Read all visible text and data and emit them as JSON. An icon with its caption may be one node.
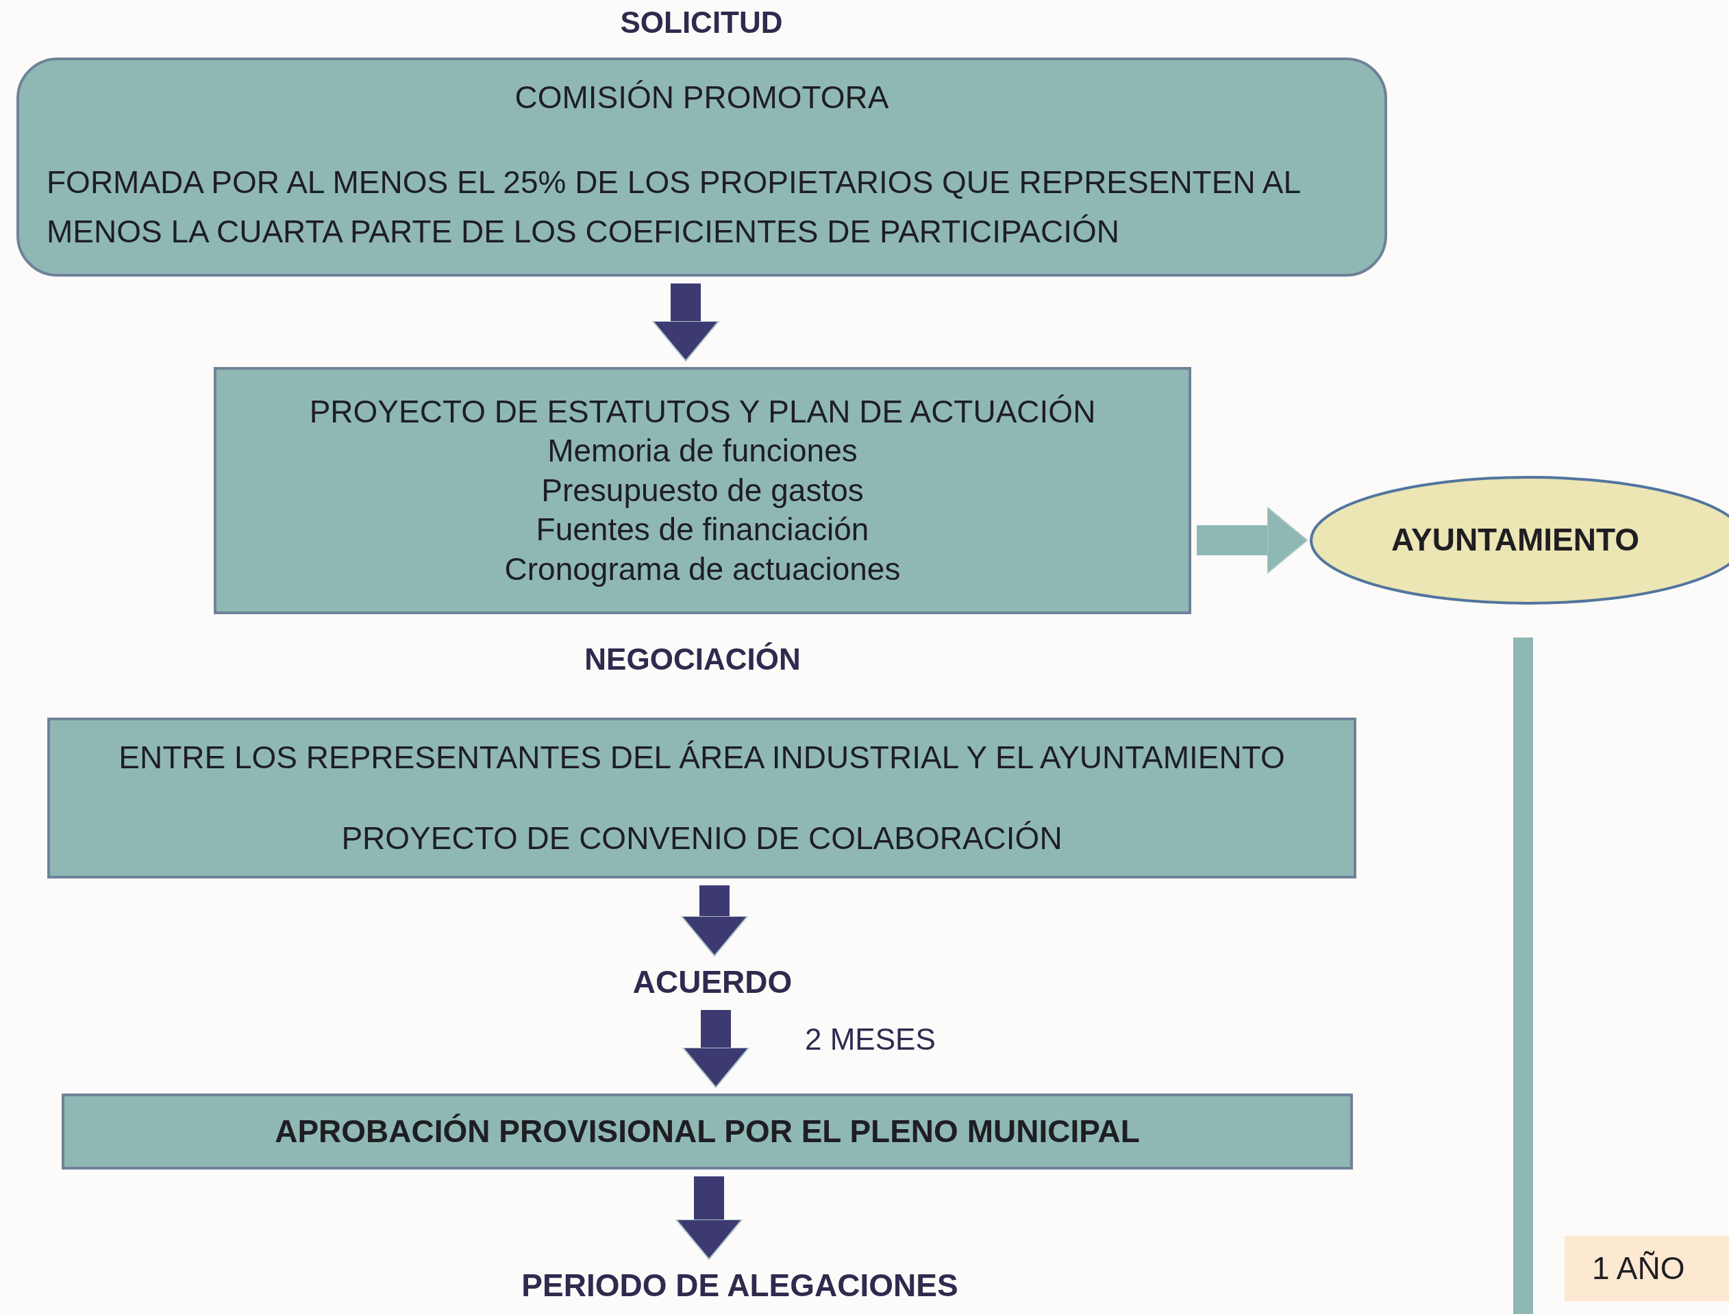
{
  "diagram": {
    "nodes": [
      {
        "text": [
          "COMISIÓN PROMOTORA",
          "FORMADA POR AL MENOS EL 25% DE LOS PROPIETARIOS QUE REPRESENTEN AL MENOS LA CUARTA PARTE DE LOS COEFICIENTES DE PARTICIPACIÓN"
        ]
      },
      {
        "text": [
          "PROYECTO DE ESTATUTOS Y PLAN DE ACTUACIÓN",
          "Memoria de funciones",
          "Presupuesto de gastos",
          "Fuentes de financiación",
          "Cronograma de actuaciones"
        ]
      },
      {
        "text": [
          "AYUNTAMIENTO"
        ]
      },
      {
        "text": [
          "ENTRE LOS REPRESENTANTES DEL ÁREA INDUSTRIAL Y EL AYUNTAMIENTO",
          "PROYECTO DE CONVENIO DE COLABORACIÓN"
        ]
      },
      {
        "text": [
          "ACUERDO"
        ]
      },
      {
        "text": [
          "APROBACIÓN PROVISIONAL POR EL PLENO MUNICIPAL"
        ]
      },
      {
        "text": [
          "PERIODO DE ALEGACIONES"
        ]
      },
      {
        "text": [
          "1 AÑO"
        ]
      },
      {
        "text": [],
        "shape": "bar"
      }
    ],
    "edges": [
      {
        "from": 0,
        "to": 1,
        "arrow": "to"
      },
      {
        "from": 1,
        "to": 2,
        "arrow": "to",
        "color": "#8fb8b4"
      },
      {
        "from": 3,
        "to": 4,
        "arrow": "to"
      },
      {
        "from": 4,
        "to": 5,
        "arrow": "to",
        "label": "2 MESES"
      },
      {
        "from": 5,
        "to": 6,
        "arrow": "to"
      }
    ],
    "labels": [
      "SOLICITUD",
      "NEGOCIACIÓN"
    ]
  }
}
